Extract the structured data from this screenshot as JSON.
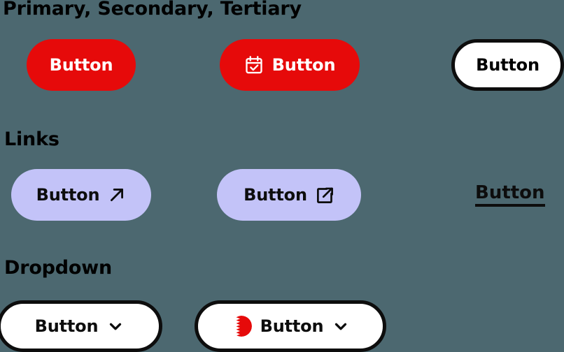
{
  "page": {
    "background_color": "#4c6870",
    "accent_red": "#e60a0a",
    "accent_lavender": "#c3c3f8",
    "ink": "#0d0d0d"
  },
  "sections": {
    "primary": {
      "title": "Primary, Secondary, Tertiary",
      "buttons": [
        {
          "label": "Button",
          "variant": "primary",
          "icon": null
        },
        {
          "label": "Button",
          "variant": "primary",
          "icon": "calendar-check-icon"
        },
        {
          "label": "Button",
          "variant": "tertiary",
          "icon": null
        }
      ]
    },
    "links": {
      "title": "Links",
      "buttons": [
        {
          "label": "Button",
          "variant": "link-filled",
          "icon": "arrow-up-right-icon"
        },
        {
          "label": "Button",
          "variant": "link-filled",
          "icon": "external-link-icon"
        },
        {
          "label": "Button",
          "variant": "link-text",
          "icon": null
        }
      ]
    },
    "dropdown": {
      "title": "Dropdown",
      "buttons": [
        {
          "label": "Button",
          "variant": "dropdown",
          "icon": null,
          "trailing_icon": "chevron-down-icon"
        },
        {
          "label": "Button",
          "variant": "dropdown",
          "icon": "bahrain-flag-icon",
          "trailing_icon": "chevron-down-icon"
        }
      ]
    }
  }
}
